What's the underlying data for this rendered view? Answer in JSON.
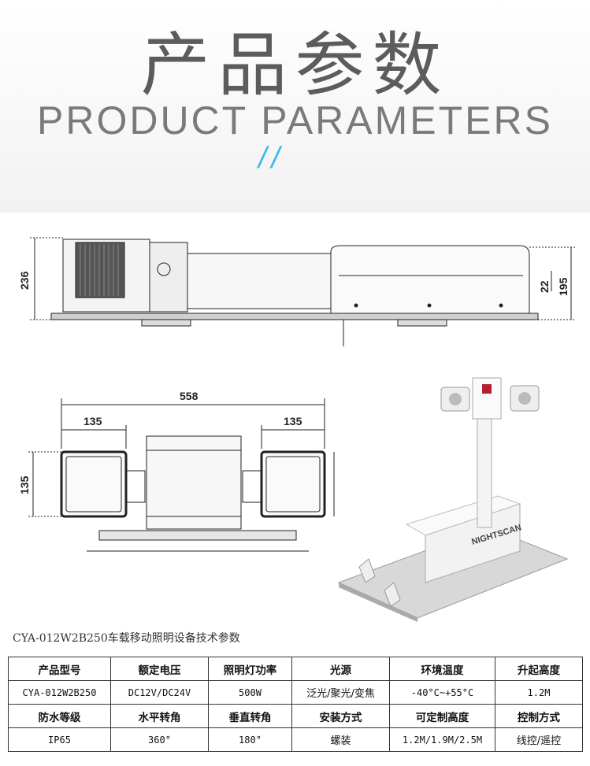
{
  "header": {
    "title_cn": "产品参数",
    "title_en": "PRODUCT PARAMETERS",
    "accent": "//"
  },
  "dimensions": {
    "side_height": "236",
    "side_inner": "22",
    "side_body": "195",
    "top_width": "558",
    "lamp_left_width": "135",
    "lamp_right_width": "135",
    "lamp_left_height": "135",
    "lamp_right_height": "135"
  },
  "photo": {
    "brand_text": "NIGHTSCAN"
  },
  "caption": "CYA-012W2B250车载移动照明设备技术参数",
  "table": {
    "row1_headers": [
      "产品型号",
      "额定电压",
      "照明灯功率",
      "光源",
      "环境温度",
      "升起高度"
    ],
    "row1_values": [
      "CYA-012W2B250",
      "DC12V/DC24V",
      "500W",
      "泛光/聚光/变焦",
      "-40°C~+55°C",
      "1.2M"
    ],
    "row2_headers": [
      "防水等级",
      "水平转角",
      "垂直转角",
      "安装方式",
      "可定制高度",
      "控制方式"
    ],
    "row2_values": [
      "IP65",
      "360°",
      "180°",
      "螺装",
      "1.2M/1.9M/2.5M",
      "线控/遥控"
    ]
  },
  "colors": {
    "accent": "#3fb7e8",
    "title": "#5c5c5c"
  }
}
